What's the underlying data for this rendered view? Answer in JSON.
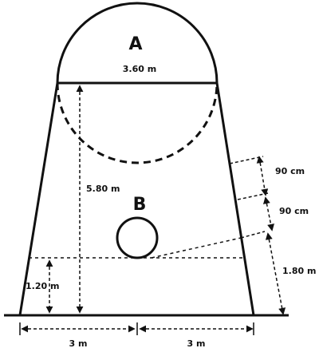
{
  "labels": {
    "zone_a": "A",
    "zone_b": "B",
    "width_a": "3.60 m",
    "height_total": "5.80 m",
    "seg_top": "90 cm",
    "seg_mid": "90 cm",
    "seg_bottom": "1.80 m",
    "height_line": "1.20 m",
    "half_left": "3 m",
    "half_right": "3 m"
  }
}
